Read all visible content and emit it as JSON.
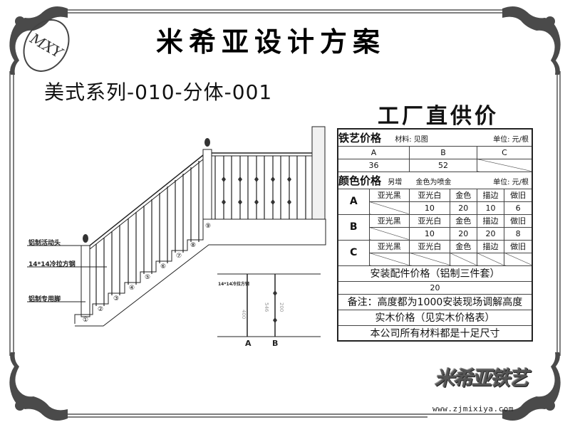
{
  "header": {
    "title": "米希亚设计方案",
    "subtitle": "美式系列-010-分体-001",
    "factory_price": "工厂直供价",
    "logo_monogram": "MXY"
  },
  "drawing": {
    "callouts": [
      "铝制活动头",
      "14*14冷拉方钢",
      "铝制专用脚"
    ],
    "step_numbers": [
      "①",
      "②",
      "③",
      "④",
      "⑤",
      "⑥",
      "⑦",
      "⑧",
      "⑨"
    ],
    "detail": {
      "label": "14*14冷拉方钢",
      "baluster_a": {
        "name": "A",
        "dim": "400"
      },
      "baluster_b": {
        "name": "B",
        "dim_outer": "546",
        "dim_inner": "200"
      }
    }
  },
  "price_table": {
    "iron": {
      "title": "铁艺价格",
      "material": "材料: 见图",
      "unit": "单位:   元/根",
      "columns": [
        "A",
        "B",
        "C"
      ],
      "values": [
        "36",
        "52",
        ""
      ]
    },
    "color": {
      "title": "颜色价格",
      "note1": "另增",
      "note2": "金色为喷金",
      "unit": "单位:   元/根",
      "finishes": [
        "亚光黑",
        "亚光白",
        "金色",
        "描边",
        "做旧"
      ],
      "rows": [
        {
          "label": "A",
          "values": [
            "",
            "10",
            "20",
            "10",
            "6"
          ]
        },
        {
          "label": "B",
          "values": [
            "",
            "10",
            "20",
            "20",
            "8"
          ]
        },
        {
          "label": "C",
          "values": [
            "",
            "",
            "",
            "",
            ""
          ]
        }
      ]
    },
    "accessory_title": "安装配件价格（铝制三件套）",
    "accessory_price": "20",
    "remark": "备注：高度都为1000安装现场调解高度",
    "wood_price": "实木价格（见实木价格表）",
    "guarantee": "本公司所有材料都是十足尺寸"
  },
  "footer": {
    "brand": "米希亚铁艺",
    "url": "www.zjmixiya.com"
  }
}
